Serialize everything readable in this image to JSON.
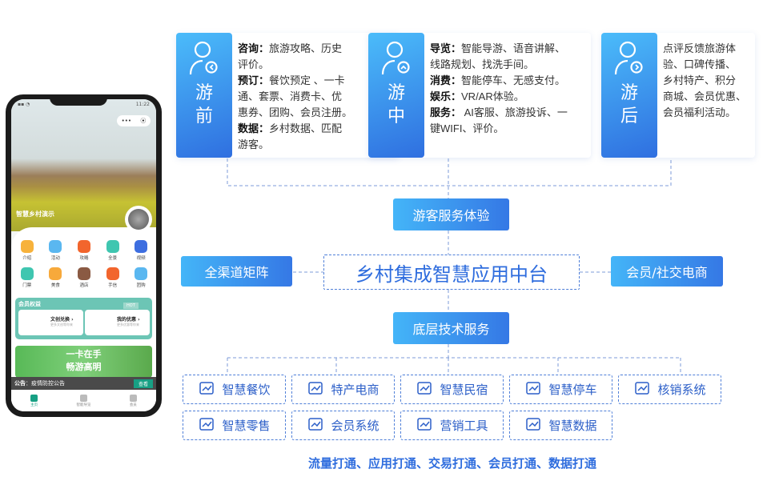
{
  "phone": {
    "status_time": "11:22",
    "capsule_more": "•••",
    "capsule_close": "⦿",
    "hero_title": "智慧乡村演示",
    "grid": [
      {
        "label": "介绍",
        "color": "#f7b23b"
      },
      {
        "label": "活动",
        "color": "#5ab7f0"
      },
      {
        "label": "攻略",
        "color": "#f2652d"
      },
      {
        "label": "全景",
        "color": "#3fc6b0"
      },
      {
        "label": "视频",
        "color": "#3d6ee0"
      },
      {
        "label": "门票",
        "color": "#3fc6b0"
      },
      {
        "label": "美食",
        "color": "#f7a93b"
      },
      {
        "label": "酒店",
        "color": "#8a5a43"
      },
      {
        "label": "手信",
        "color": "#f2652d"
      },
      {
        "label": "团购",
        "color": "#5ab7f0"
      }
    ],
    "member": {
      "title": "会员权益",
      "hot": "HOT",
      "items": [
        {
          "title": "文创兑换 ›",
          "sub": "更多文创等你来"
        },
        {
          "title": "我的优惠 ›",
          "sub": "更多优惠等你来"
        }
      ]
    },
    "banner": {
      "line1": "一卡在手",
      "line2": "畅游高明"
    },
    "notice": {
      "label": "公告",
      "text": "疫情防控公告",
      "view": "查看"
    },
    "tabs": [
      "主页",
      "智能导览",
      "会员"
    ]
  },
  "stages": [
    {
      "name1": "游",
      "name2": "前",
      "lines": [
        {
          "k": "咨询：",
          "v": "旅游攻略、历史"
        },
        {
          "k": "",
          "v": "评价。"
        },
        {
          "k": "预订：",
          "v": "餐饮预定 、一卡"
        },
        {
          "k": "",
          "v": "通、套票、消费卡、优"
        },
        {
          "k": "",
          "v": "惠券、团购、会员注册。"
        },
        {
          "k": "数据：",
          "v": "乡村数据、匹配"
        },
        {
          "k": "",
          "v": "游客。"
        }
      ]
    },
    {
      "name1": "游",
      "name2": "中",
      "lines": [
        {
          "k": "导览：",
          "v": "智能导游、语音讲解、"
        },
        {
          "k": "",
          "v": "线路规划、找洗手间。"
        },
        {
          "k": "消费：",
          "v": "智能停车、无感支付。"
        },
        {
          "k": "娱乐：",
          "v": "VR/AR体验。"
        },
        {
          "k": "服务：",
          "v": " AI客服、旅游投诉、一"
        },
        {
          "k": "",
          "v": "键WIFI、评价。"
        }
      ]
    },
    {
      "name1": "游",
      "name2": "后",
      "lines": [
        {
          "k": "",
          "v": "点评反馈旅游体"
        },
        {
          "k": "",
          "v": "验、口碑传播、"
        },
        {
          "k": "",
          "v": "乡村特产、积分"
        },
        {
          "k": "",
          "v": "商城、会员优惠、"
        },
        {
          "k": "",
          "v": "会员福利活动。"
        }
      ]
    }
  ],
  "center": {
    "experience": "游客服务体验",
    "hub": "乡村集成智慧应用中台",
    "left": "全渠道矩阵",
    "right": "会员/社交电商",
    "tech": "底层技术服务"
  },
  "modules": [
    {
      "label": "智慧餐饮",
      "icon": "chef-hat-icon"
    },
    {
      "label": "特产电商",
      "icon": "laptop-cart-icon"
    },
    {
      "label": "智慧民宿",
      "icon": "building-icon"
    },
    {
      "label": "智慧停车",
      "icon": "parking-icon"
    },
    {
      "label": "核销系统",
      "icon": "gear-icon"
    },
    {
      "label": "智慧零售",
      "icon": "basket-icon"
    },
    {
      "label": "会员系统",
      "icon": "user-heart-icon"
    },
    {
      "label": "营销工具",
      "icon": "chart-screen-icon"
    },
    {
      "label": "智慧数据",
      "icon": "data-chart-icon"
    }
  ],
  "footer": "流量打通、应用打通、交易打通、会员打通、数据打通",
  "colors": {
    "accent": "#2f6dde",
    "gradient_start": "#44b5f8",
    "gradient_end": "#3578e5"
  }
}
